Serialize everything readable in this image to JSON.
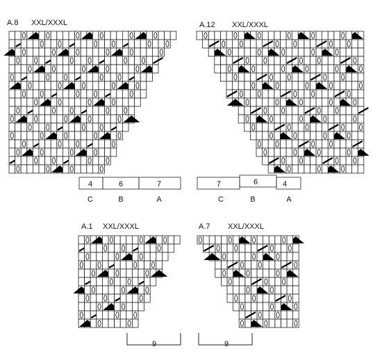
{
  "charts": [
    {
      "id": "a8",
      "name": "A.8",
      "size": "XXL/XXXL",
      "counts": [
        "4",
        "6",
        "7"
      ],
      "groups": [
        "C",
        "B",
        "A"
      ]
    },
    {
      "id": "a12",
      "name": "A.12",
      "size": "XXL/XXXL",
      "counts": [
        "7",
        "6",
        "4"
      ],
      "groups": [
        "C",
        "B",
        "A"
      ]
    },
    {
      "id": "a1",
      "name": "A.1",
      "size": "XXL/XXXL",
      "counts": [
        "9"
      ]
    },
    {
      "id": "a7",
      "name": "A.7",
      "size": "XXL/XXXL",
      "counts": [
        "9"
      ]
    }
  ],
  "symbols": {
    "knit": "empty-square",
    "yarn_over": "oval",
    "decrease": "diagonal-slash",
    "double_decrease": "filled-triangle"
  }
}
